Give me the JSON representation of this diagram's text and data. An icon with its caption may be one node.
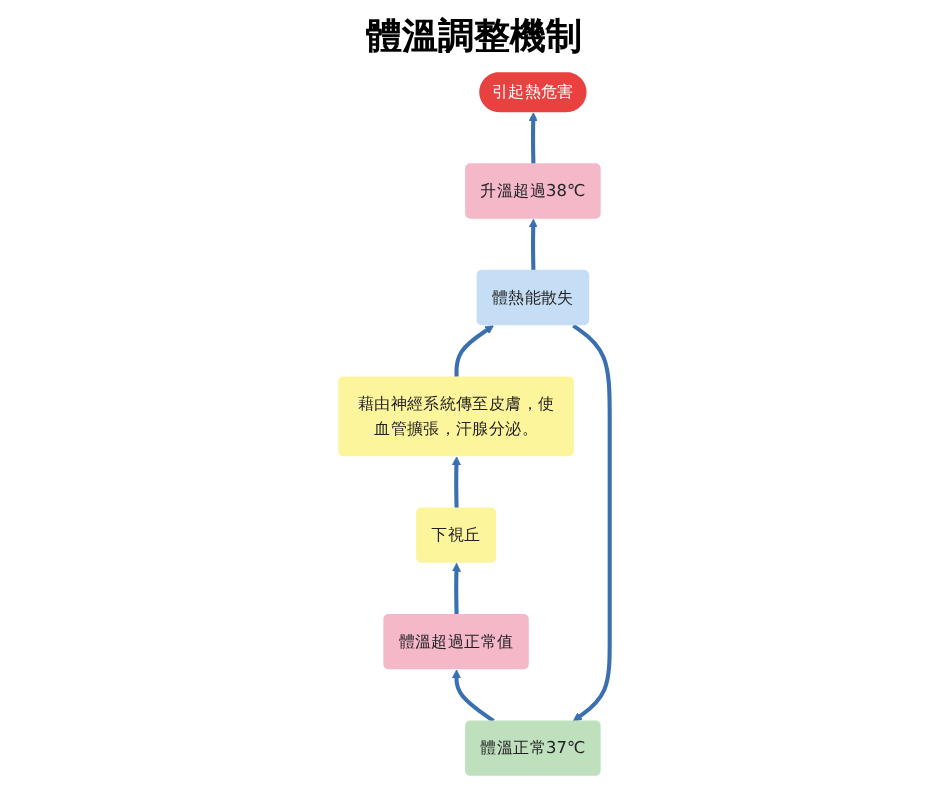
{
  "diagram": {
    "title": "體溫調整機制",
    "nodes": [
      {
        "text": [
          "引起熱危害"
        ]
      },
      {
        "text": [
          "升溫超過38℃"
        ]
      },
      {
        "text": [
          "體溫正常37℃"
        ]
      },
      {
        "text": [
          "體溫超過正常值"
        ]
      },
      {
        "text": [
          "下視丘"
        ]
      },
      {
        "text": [
          "藉由神經系統傳至皮膚，使血管擴張，汗腺分泌。"
        ]
      },
      {
        "text": [
          "體熱能散失"
        ]
      }
    ],
    "edges": [
      {
        "from": 2,
        "to": 3,
        "arrow": "to"
      },
      {
        "from": 3,
        "to": 4,
        "arrow": "to"
      },
      {
        "from": 4,
        "to": 5,
        "arrow": "to"
      },
      {
        "from": 5,
        "to": 6,
        "arrow": "to"
      },
      {
        "from": 6,
        "to": 2,
        "arrow": "to"
      },
      {
        "from": 6,
        "to": 1,
        "arrow": "to"
      },
      {
        "from": 1,
        "to": 0,
        "arrow": "to"
      }
    ]
  }
}
